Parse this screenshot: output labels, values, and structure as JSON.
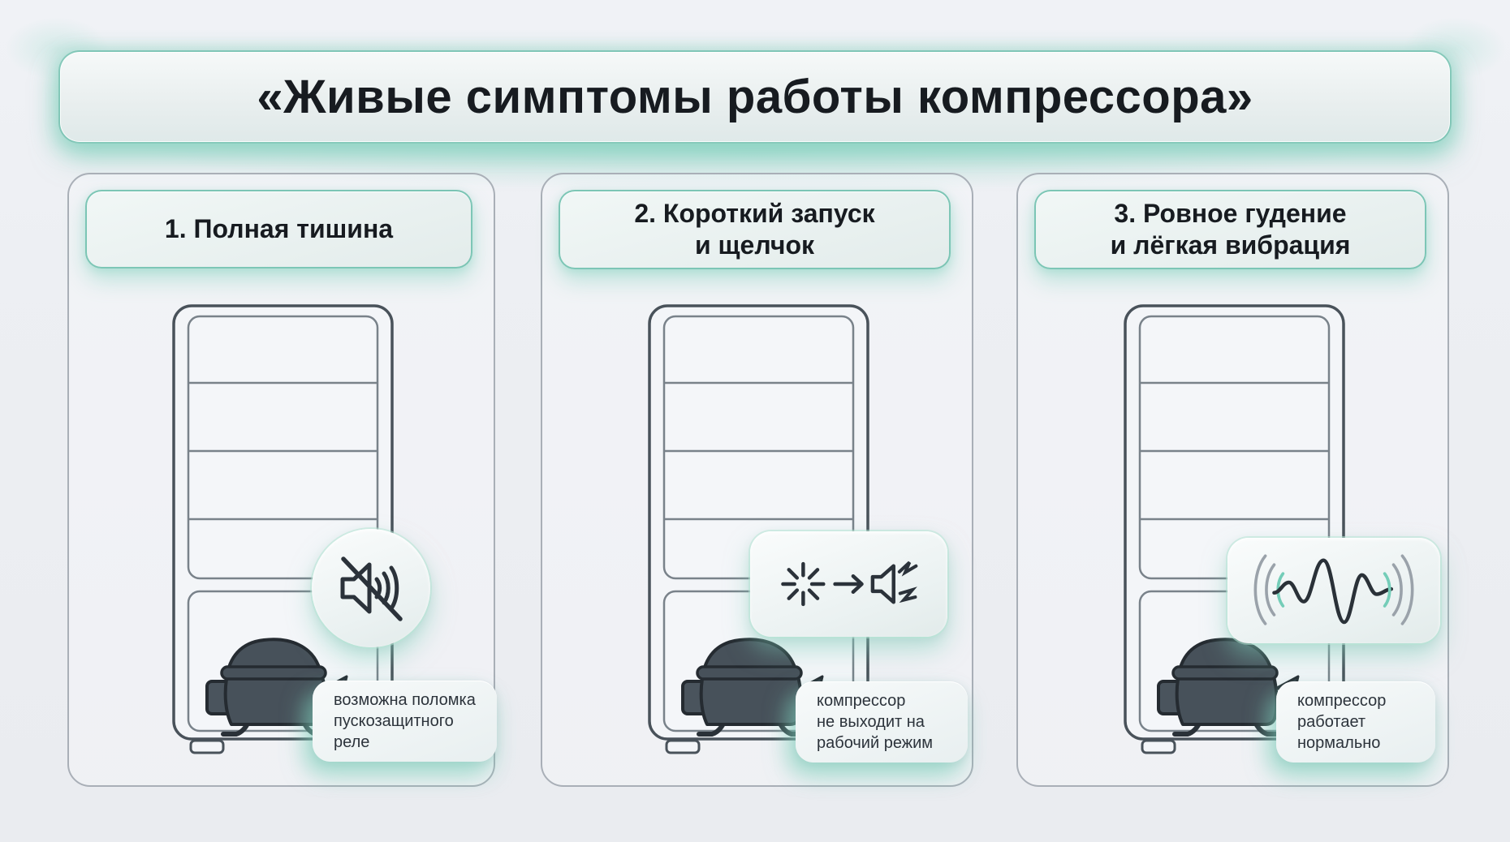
{
  "title": "«Живые симптомы работы компрессора»",
  "colors": {
    "accent_teal": "#6ebaa6",
    "glow": "#9fdccc",
    "ink": "#171b20",
    "panel_border": "#a9afb7",
    "fridge_line": "#49525a",
    "shelf_line": "#79828a",
    "compressor_fill": "#47515a"
  },
  "panels": [
    {
      "header_lines": [
        "1. Полная тишина",
        ""
      ],
      "icon": "muted-speaker",
      "note_lines": [
        "возможна поломка",
        "пускозащитного",
        "реле"
      ]
    },
    {
      "header_lines": [
        "2. Короткий запуск",
        "и щелчок"
      ],
      "icon": "spark-then-click",
      "note_lines": [
        "компрессор",
        "не выходит на",
        "рабочий режим"
      ]
    },
    {
      "header_lines": [
        "3. Ровное гудение",
        "и лёгкая вибрация"
      ],
      "icon": "vibration-wave",
      "note_lines": [
        "компрессор",
        "работает",
        "нормально"
      ]
    }
  ]
}
